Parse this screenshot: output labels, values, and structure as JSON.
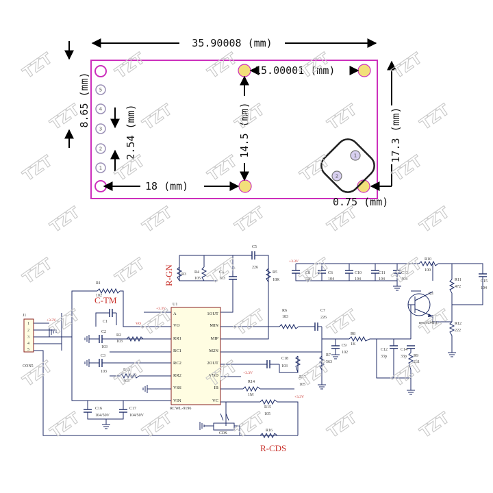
{
  "watermark": "TZT",
  "pcb": {
    "dims": {
      "width": "35.90008 (mm)",
      "height_left": "8.65 (mm)",
      "pitch": "2.54 (mm)",
      "hole_span_top": "15.00001 (mm)",
      "hole_span_vertical": "14.5 (mm)",
      "hole_span_bottom": "18 (mm)",
      "height_right": "17.3 (mm)",
      "offset": "0.75 (mm)"
    },
    "pin_numbers": [
      "5",
      "4",
      "3",
      "2",
      "1"
    ],
    "sensor_pins": [
      "1",
      "2"
    ],
    "colors": {
      "outline": "#cc2fbc",
      "pad": "#f2e07a",
      "arrow": "#000000"
    }
  },
  "schematic": {
    "ic": {
      "ref": "U1",
      "part": "RCWL-9196",
      "left_pins": [
        "A",
        "VO",
        "RR1",
        "RC1",
        "RC2",
        "RR2",
        "VSS",
        "VIN"
      ],
      "right_pins": [
        "1OUT",
        "MIN",
        "MIP",
        "M2N",
        "2OUT",
        "VDD",
        "IB",
        "VC"
      ]
    },
    "connector": {
      "ref": "J1",
      "part": "CON5",
      "pins": [
        "1",
        "2",
        "3",
        "4",
        "5"
      ]
    },
    "labels": {
      "ctm": "C-TM",
      "rgn": "R-GN",
      "rcds": "R-CDS"
    },
    "power": {
      "v33": "+3.3V",
      "vo": "VO"
    },
    "components": {
      "R1": [
        "R1",
        "102"
      ],
      "R2": [
        "R2",
        "103"
      ],
      "R3": [
        "R3",
        ""
      ],
      "R4": [
        "R4",
        "105"
      ],
      "C4": [
        "C4",
        "103"
      ],
      "C5": [
        "C5",
        "226"
      ],
      "R5": [
        "R5",
        "18K"
      ],
      "C1": [
        "C1",
        ""
      ],
      "C2": [
        "C2",
        "103"
      ],
      "C3": [
        "C3",
        "103"
      ],
      "R13": [
        "R13",
        "103"
      ],
      "R6": [
        "R6",
        "183"
      ],
      "C7": [
        "C7",
        "226"
      ],
      "R7": [
        "R7",
        "563"
      ],
      "C9": [
        "C9",
        "102"
      ],
      "C18": [
        "C18",
        "103"
      ],
      "R17": [
        "R17",
        "105"
      ],
      "R14": [
        "R14",
        "1M"
      ],
      "R15": [
        "R15",
        "105"
      ],
      "R16": [
        "R16",
        ""
      ],
      "CDS": [
        "CDS",
        ""
      ],
      "C16": [
        "C16",
        "104/50V"
      ],
      "C17": [
        "C17",
        "104/50V"
      ],
      "C8": [
        "C8",
        "226"
      ],
      "C6": [
        "C6",
        "104"
      ],
      "C10": [
        "C10",
        "104"
      ],
      "C11": [
        "C11",
        "104"
      ],
      "C13": [
        "C13",
        "104"
      ],
      "R10": [
        "R10",
        "100"
      ],
      "R11": [
        "R11",
        "472"
      ],
      "C15": [
        "C15",
        "104"
      ],
      "R12": [
        "R12",
        "222"
      ],
      "R8": [
        "R8",
        "1K"
      ],
      "C12": [
        "C12",
        "33p"
      ],
      "C14": [
        "C14",
        "33p"
      ],
      "R9": [
        "R9",
        "221"
      ],
      "Q1": [
        "Q1",
        "mmbt9418"
      ]
    }
  }
}
